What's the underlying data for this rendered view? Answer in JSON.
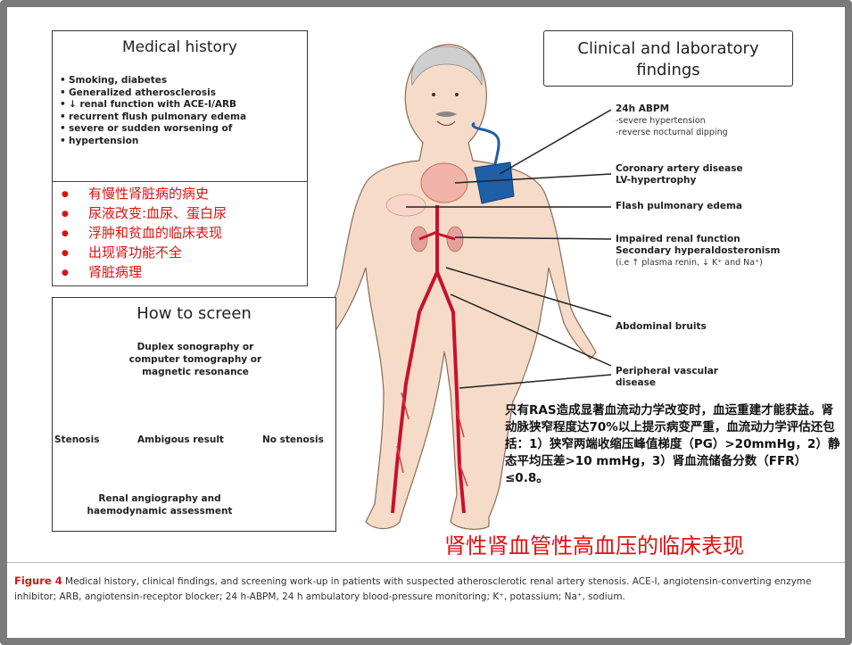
{
  "medical_history": {
    "title": "Medical history",
    "items": [
      "Smoking, diabetes",
      "Generalized atherosclerosis",
      "↓ renal function with ACE-I/ARB",
      "recurrent flush pulmonary edema",
      "severe or sudden worsening of",
      "hypertension"
    ]
  },
  "chronic_features": [
    "有慢性肾脏病的病史",
    "尿液改变:血尿、蛋白尿",
    "浮肿和贫血的临床表现",
    "出现肾功能不全",
    "肾脏病理"
  ],
  "screening": {
    "title": "How to screen",
    "methods": [
      "Duplex sonography or",
      "computer tomography or",
      "magnetic resonance"
    ],
    "outcomes": {
      "stenosis": "Stenosis",
      "ambiguous": "Ambigous result",
      "none": "No stenosis"
    },
    "followup": [
      "Renal angiography and",
      "haemodynamic assessment"
    ]
  },
  "clinical": {
    "title_line1": "Clinical and laboratory",
    "title_line2": "findings",
    "abpm": {
      "head": "24h ABPM",
      "l1": "-severe hypertension",
      "l2": "-reverse nocturnal dipping"
    },
    "cad": {
      "l1": "Coronary artery disease",
      "l2": "LV-hypertrophy"
    },
    "flash": "Flash pulmonary edema",
    "renal": {
      "l1": "Impaired renal function",
      "l2": "Secondary hyperaldosteronism",
      "l3": "(i.e ↑ plasma renin, ↓ K⁺ and Na⁺)"
    },
    "bruits": "Abdominal bruits",
    "pvd": {
      "l1": "Peripheral vascular",
      "l2": "disease"
    }
  },
  "note_cn": "只有RAS造成显著血流动力学改变时，血运重建才能获益。肾动脉狭窄程度达70%以上提示病变严重，血流动力学评估还包括：1）狭窄两端收缩压峰值梯度（PG）>20mmHg，2）静态平均压差>10 mmHg，3）肾血流储备分数（FFR）≤0.8。",
  "slide_title": "肾性肾血管性高血压的临床表现",
  "caption": {
    "label": "Figure 4",
    "text": "Medical history, clinical findings, and screening work-up in patients with suspected atherosclerotic renal artery stenosis. ACE-I, angiotensin-converting enzyme inhibitor; ARB, angiotensin-receptor blocker; 24 h-ABPM, 24 h ambulatory blood-pressure monitoring; K⁺, potassium; Na⁺, sodium."
  },
  "colors": {
    "accent_red": "#e01010",
    "cuff_blue": "#1f5fa8",
    "artery_red": "#c8102e",
    "skin": "#f6dcc8"
  }
}
